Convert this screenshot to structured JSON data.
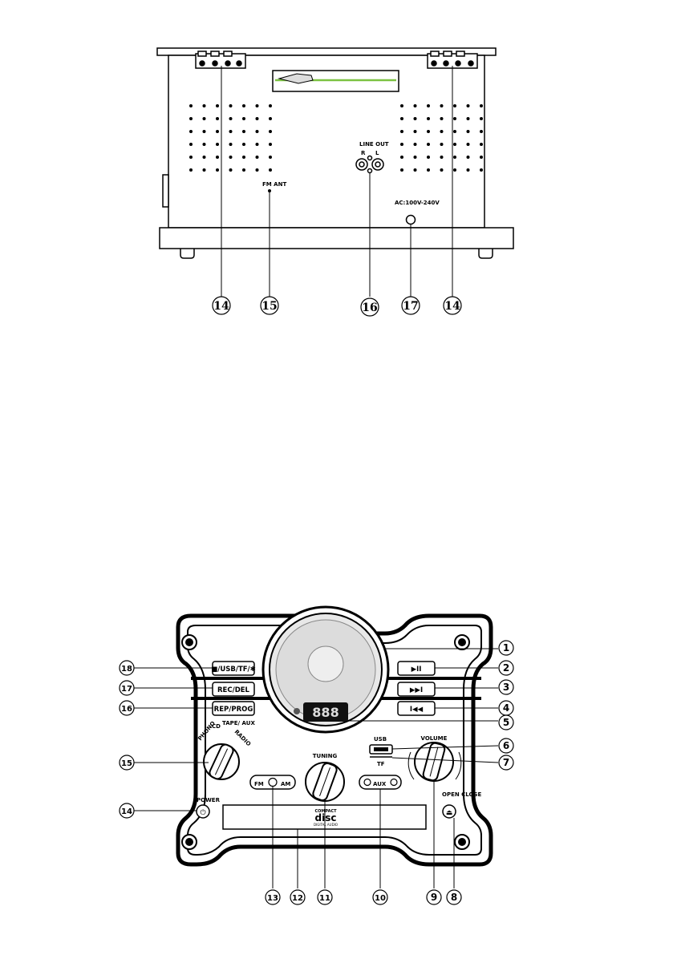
{
  "rear_panel": {
    "labels": {
      "fm_ant": "FM ANT",
      "line_out": "LINE OUT",
      "line_out_r": "R",
      "line_out_l": "L",
      "ac": "AC:100V-240V"
    },
    "callouts": [
      "⑭",
      "⑮",
      "⑯",
      "⑰",
      "⑭"
    ]
  },
  "front_panel": {
    "buttons": {
      "usb_tf_bt": "■/USB/TF/✱",
      "rec_del": "REC/DEL",
      "rep_prog": "REP/PROG",
      "play_pause": "▶II",
      "next": "▶▶I",
      "prev": "I◀◀"
    },
    "labels": {
      "phono": "PHONO",
      "cd": "CD",
      "tape_aux": "TAPE/ AUX",
      "radio": "RADIO",
      "tuning": "TUNING",
      "volume": "VOLUME",
      "usb": "USB",
      "tf": "TF",
      "fm": "FM",
      "am": "AM",
      "aux": "AUX",
      "power": "POWER",
      "open_close": "OPEN CLOSE",
      "display": "888",
      "compact": "COMPACT",
      "disc": "disc",
      "digital_audio": "DIGITAL AUDIO"
    },
    "right_callouts": [
      "①",
      "②",
      "③",
      "④",
      "⑤",
      "⑥",
      "⑦"
    ],
    "left_callouts": [
      "⑱",
      "⑰",
      "⑯",
      "⑮",
      "⑭"
    ],
    "bottom_callouts": [
      "⑬",
      "⑫",
      "⑪",
      "⑩",
      "⑨",
      "⑧"
    ]
  }
}
